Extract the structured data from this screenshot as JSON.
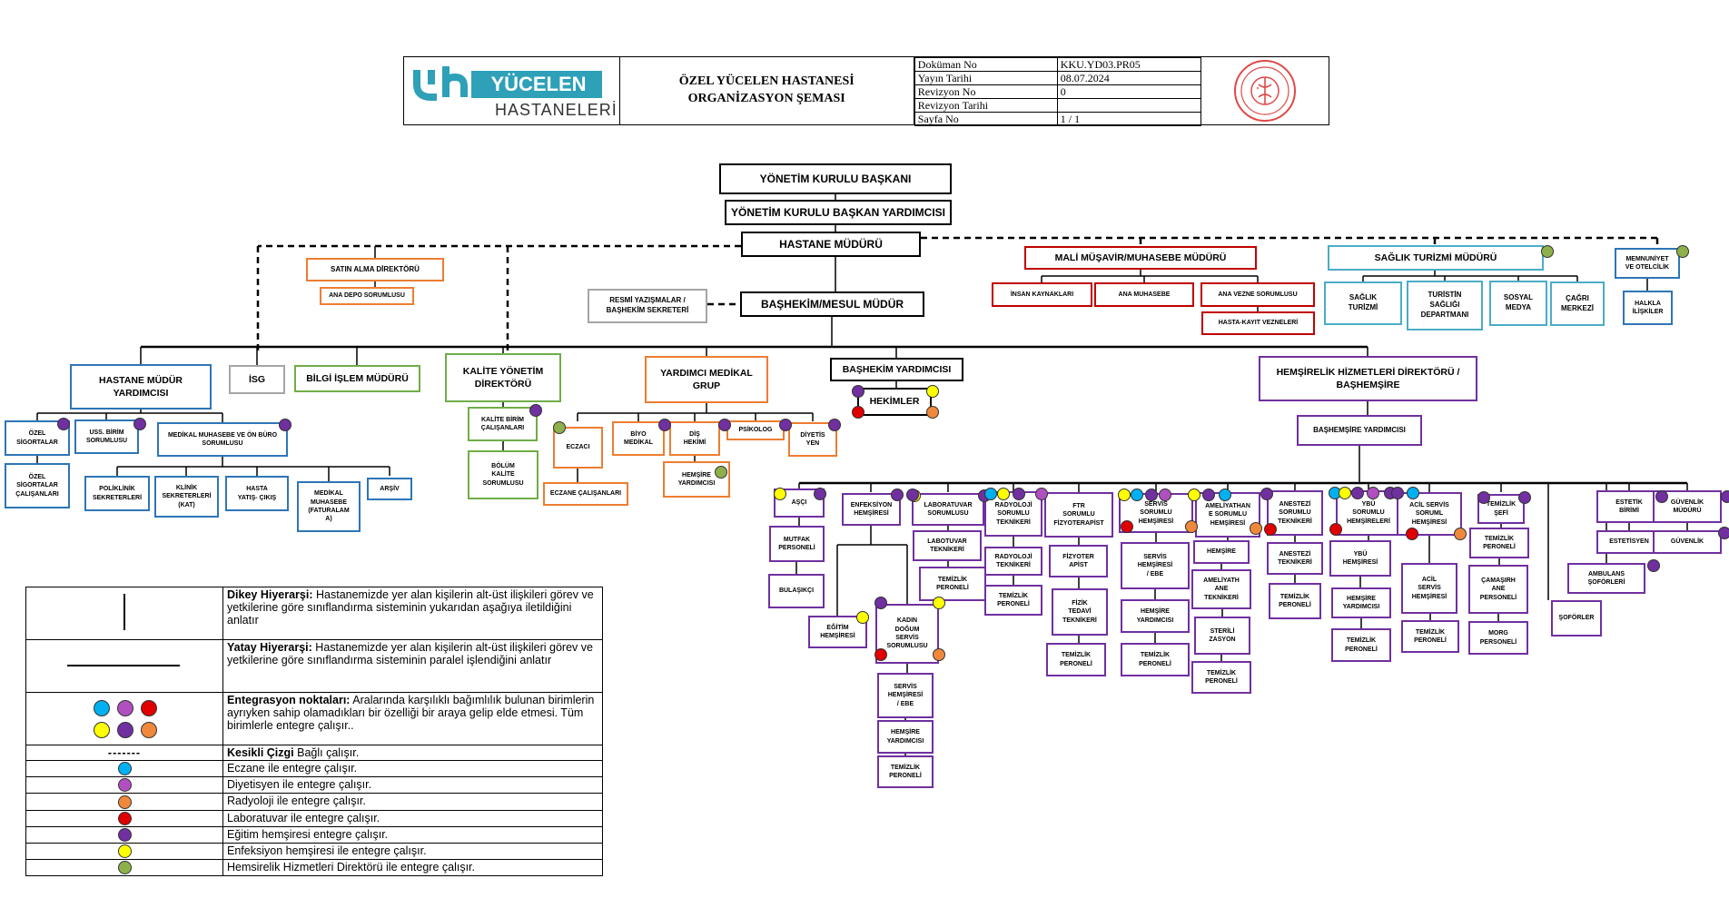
{
  "header": {
    "logo_brand": "YÜCELEN",
    "logo_sub": "HASTANELERİ",
    "title": "ÖZEL YÜCELEN HASTANESİ\nORGANİZASYON ŞEMASI",
    "doc_table": [
      {
        "label": "Doküman No",
        "value": "KKU.YD03.PR05"
      },
      {
        "label": "Yayın Tarihi",
        "value": "08.07.2024"
      },
      {
        "label": "Revizyon No",
        "value": "0"
      },
      {
        "label": "Revizyon Tarihi",
        "value": ""
      },
      {
        "label": "Sayfa No",
        "value": "1 / 1"
      }
    ]
  },
  "colors": {
    "black": "#000000",
    "blue": "#2e75b6",
    "orange": "#ed7d31",
    "green": "#70ad47",
    "grey": "#a5a5a5",
    "purple": "#7030a0",
    "red": "#c00000",
    "cyan": "#4bacc6",
    "dot_cyan": "#00b0f0",
    "dot_magenta": "#b04fc0",
    "dot_red": "#e00000",
    "dot_yellow": "#ffff00",
    "dot_violet": "#7030a0",
    "dot_orange": "#f0883c",
    "dot_olive": "#8db04a"
  },
  "nodes": {
    "ykb": "YÖNETİM KURULU BAŞKANI",
    "ykby": "YÖNETİM KURULU BAŞKAN YARDIMCISI",
    "hm": "HASTANE MÜDÜRÜ",
    "satin": "SATIN ALMA DİREKTÖRÜ",
    "anadepo": "ANA DEPO SORUMLUSU",
    "resmi": "RESMİ YAZIŞMALAR /\nBAŞHEKİM SEKRETERİ",
    "bashekim": "BAŞHEKİM/MESUL MÜDÜR",
    "mali": "MALİ MÜŞAVİR/MUHASEBE MÜDÜRÜ",
    "insan": "İNSAN KAYNAKLARI",
    "anamuh": "ANA MUHASEBE",
    "vezne": "ANA VEZNE SORUMLUSU",
    "kayit": "HASTA-KAYIT VEZNELERİ",
    "turizm": "SAĞLIK TURİZMİ MÜDÜRÜ",
    "st1": "SAĞLIK\nTURİZMİ",
    "st2": "TURİSTİN\nSAĞLIĞI\nDEPARTMANI",
    "st3": "SOSYAL\nMEDYA",
    "st4": "ÇAĞRI\nMERKEZİ",
    "memnun": "MEMNUNİYET\nVE OTELCİLİK",
    "halkla": "HALKLA\nİLİŞKİLER",
    "hmy": "HASTANE MÜDÜR\nYARDIMCISI",
    "isg": "İSG",
    "bilgi": "BİLGİ İŞLEM MÜDÜRÜ",
    "kalite": "KALİTE YÖNETİM\nDİREKTÖRÜ",
    "kalcal": "KALİTE BİRİM\nÇALIŞANLARI",
    "bolum": "BÖLÜM\nKALİTE\nSORUMLUSU",
    "ymg": "YARDIMCI MEDİKAL\nGRUP",
    "eczaci": "ECZACI",
    "eczcal": "ECZANE ÇALIŞANLARI",
    "biyo": "BİYO\nMEDİKAL",
    "dis": "DİŞ\nHEKİMİ",
    "disyrd": "HEMŞİRE\nYARDIMCISI",
    "psikolog": "PSİKOLOG",
    "diyet": "DİYETİS\nYEN",
    "bhy": "BAŞHEKİM YARDIMCISI",
    "hekimler": "HEKİMLER",
    "hhd": "HEMŞİRELİK HİZMETLERİ DİREKTÖRÜ /\nBAŞHEMŞİRE",
    "bhsy": "BAŞHEMŞİRE YARDIMCISI",
    "ozelsig": "ÖZEL\nSİGORTALAR",
    "ozelsigcal": "ÖZEL\nSİGORTALAR\nÇALIŞANLARI",
    "uss": "USS. BİRİM\nSORUMLUSU",
    "medmuh": "MEDİKAL MUHASEBE VE ÖN BÜRO\nSORUMLUSU",
    "polik": "POLİKLİNİK\nSEKRETERLERİ",
    "klinik": "KLİNİK\nSEKRETERLERİ\n(KAT)",
    "yatis": "HASTA\nYATIŞ- ÇIKIŞ",
    "fatur": "MEDİKAL\nMUHASEBE\n(FATURALAM\nA)",
    "arsiv": "ARŞİV",
    "asci": "AŞÇI",
    "mutfak": "MUTFAK\nPERSONELİ",
    "bulasik": "BULAŞIKÇI",
    "enfek": "ENFEKSİYON\nHEMŞİRESİ",
    "egitim": "EĞİTİM\nHEMŞİRESİ",
    "labsor": "LABORATUVAR\nSORUMLUSU",
    "labtek": "LABOTUVAR\nTEKNİKERİ",
    "labtem": "TEMİZLİK\nPERONELİ",
    "kadin": "KADIN\nDOĞUM\nSERVİS\nSORUMLUSU",
    "kdserv": "SERVİS\nHEMŞİRESİ\n/ EBE",
    "kdyrd": "HEMŞİRE\nYARDIMCISI",
    "kdtem": "TEMİZLİK\nPERONELİ",
    "radsor": "RADYOLOJİ\nSORUMLU\nTEKNİKERİ",
    "radtek": "RADYOLOJİ\nTEKNİKERİ",
    "radtem": "TEMİZLİK\nPERONELİ",
    "ftr": "FTR\nSORUMLU\nFİZYOTERAPİST",
    "fizyo": "FİZYOTER\nAPİST",
    "fizik": "FİZİK\nTEDAVİ\nTEKNİKERİ",
    "ftrtem": "TEMİZLİK\nPERONELİ",
    "servsor": "SERVİS\nSORUMLU\nHEMŞİRESİ",
    "servhem": "SERVİS\nHEMŞİRESİ\n/ EBE",
    "servyrd": "HEMŞİRE\nYARDIMCISI",
    "servtem": "TEMİZLİK\nPERONELİ",
    "amel": "AMELİYATHAN\nE SORUMLU\nHEMŞİRESİ",
    "amelhem": "HEMŞİRE",
    "ameltek": "AMELİYATH\nANE\nTEKNİKERİ",
    "steril": "STERİLİ\nZASYON",
    "ameltem": "TEMİZLİK\nPERONELİ",
    "anessor": "ANESTEZİ\nSORUMLU\nTEKNİKERİ",
    "anestek": "ANESTEZİ\nTEKNİKERİ",
    "anestem": "TEMİZLİK\nPERONELİ",
    "ybusor": "YBÜ\nSORUMLU\nHEMŞİRELERİ",
    "ybuhem": "YBÜ\nHEMŞİRESİ",
    "ybuyrd": "HEMŞİRE\nYARDIMCISI",
    "ybutem": "TEMİZLİK\nPERONELİ",
    "acilsor": "ACİL SERVİS\nSORUML\nHEMŞİRESİ",
    "acilhem": "ACİL\nSERVİS\nHEMŞİRESİ",
    "aciltem": "TEMİZLİK\nPERONELİ",
    "temsef": "TEMİZLİK\nŞEFİ",
    "tempers": "TEMİZLİK\nPERONELİ",
    "camas": "ÇAMAŞIRH\nANE\nPERSONELİ",
    "morg": "MORG\nPERSONELİ",
    "ambul": "AMBULANS\nŞOFÖRLERİ",
    "sofor": "ŞOFÖRLER",
    "estet": "ESTETİK\nBİRİMİ",
    "estetsyn": "ESTETİSYEN",
    "guvmud": "GÜVENLİK\nMÜDÜRÜ",
    "guvenlik": "GÜVENLİK"
  },
  "legend": {
    "rows": [
      {
        "bold": "Dikey Hiyerarşi:",
        "text": " Hastanemizde yer alan kişilerin alt-üst ilişkileri görev ve yetkilerine göre sınıflandırma sisteminin yukarıdan aşağıya iletildiğini anlatır"
      },
      {
        "bold": "Yatay Hiyerarşi:",
        "text": " Hastanemizde yer alan kişilerin alt-üst ilişkileri görev ve yetkilerine göre sınıflandırma sisteminin paralel işlendiğini anlatır"
      },
      {
        "bold": "Entegrasyon noktaları:",
        "text": " Aralarında karşılıklı bağımlılık bulunan birimlerin ayrıyken sahip olamadıkları bir özelliği bir araya gelip elde etmesi. Tüm birimlerle entegre çalışır.."
      },
      {
        "bold": "Kesikli Çizgi",
        "text": " Bağlı çalışır."
      }
    ],
    "dash_symbol": "-------",
    "dot_rows": [
      {
        "color": "#00b0f0",
        "text": "Eczane ile entegre çalışır."
      },
      {
        "color": "#b04fc0",
        "text": "Diyetisyen ile entegre çalışır."
      },
      {
        "color": "#f0883c",
        "text": "Radyoloji ile entegre çalışır."
      },
      {
        "color": "#e00000",
        "text": "Laboratuvar ile entegre çalışır."
      },
      {
        "color": "#7030a0",
        "text": "Eğitim hemşiresi entegre çalışır."
      },
      {
        "color": "#ffff00",
        "text": "Enfeksiyon hemşiresi ile entegre çalışır."
      },
      {
        "color": "#8db04a",
        "text": "Hemsirelik Hizmetleri Direktörü  ile entegre çalışır."
      }
    ]
  }
}
